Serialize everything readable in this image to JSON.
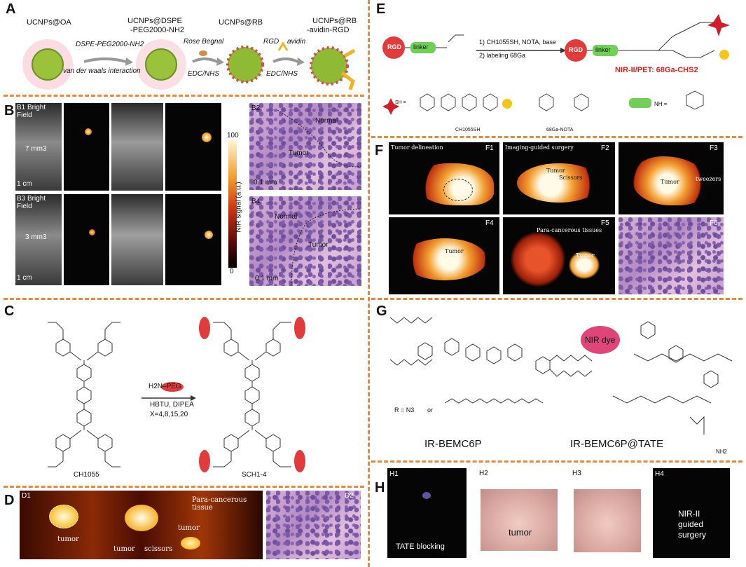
{
  "panels": {
    "A": {
      "label": "A",
      "stage1": "UCNPs@OA",
      "stage2_l1": "UCNPs@DSPE",
      "stage2_l2": "-PEG2000-NH2",
      "stage3": "UCNPs@RB",
      "stage4_l1": "UCNPs@RB",
      "stage4_l2": "-avidin-RGD",
      "arrow1_top": "DSPE-PEG2000-NH2",
      "arrow1_bottom": "van der waals interaction",
      "arrow2_top": "Rose Begnal",
      "arrow2_bottom": "EDC/NHS",
      "arrow3_top_a": "RGD",
      "arrow3_top_b": "avidin",
      "arrow3_bottom": "EDC/NHS"
    },
    "B": {
      "label": "B",
      "b1": "B1",
      "b1_field": "Bright Field",
      "b1_size": "7 mm3",
      "b3": "B3",
      "b3_field": "Bright Field",
      "b3_size": "3 mm3",
      "scale_cm": "1 cm",
      "scale_cm_2": "1 cm",
      "colorbar_max": "100",
      "colorbar_min": "0",
      "colorbar_label": "NIR signal (a.u.)",
      "b2": "B2",
      "b2_normal": "Normal",
      "b2_tumor": "Tumor",
      "b2_scale": "0.1 mm",
      "b4": "B4",
      "b4_normal": "Normal",
      "b4_tumor": "Tumor",
      "b4_scale": "0.1 mm"
    },
    "C": {
      "label": "C",
      "reagent_top": "H2N–PEG",
      "reagent_mid": "HBTU, DIPEA",
      "reagent_bottom": "X=4,8,15,20",
      "left_name": "CH1055",
      "right_name": "SCH1-4",
      "peg": "PEG"
    },
    "D": {
      "label": "D",
      "d1": "D1",
      "d2": "D2",
      "tumor1": "tumor",
      "tumor2": "tumor",
      "scissors": "scissors",
      "tumor3": "tumor",
      "para": "Para-cancerous tissue"
    },
    "E": {
      "label": "E",
      "rgd": "RGD",
      "linker": "linker",
      "step1": "1) CH1055SH, NOTA, base",
      "step2": "2) labeling 68Ga",
      "product": "NIR-II/PET: 68Ga-CHS2",
      "ch_name": "CH1055SH",
      "nota_name": "68Ga-NOTA",
      "nh_label": "NH =",
      "sh_label": "SH ="
    },
    "F": {
      "label": "F",
      "f1": "F1",
      "f1_title": "Tumor delineation",
      "f2": "F2",
      "f2_title": "Imaging-guided surgery",
      "f2_tumor": "Tumor",
      "f2_scissors": "Scissors",
      "f3": "F3",
      "f3_tumor": "Tumor",
      "f3_tweezers": "tweezers",
      "f4": "F4",
      "f4_tumor": "Tumor",
      "f5": "F5",
      "f5_para": "Para-cancerous tissues",
      "f5_tumor": "Tumor",
      "f6": "F6"
    },
    "G": {
      "label": "G",
      "r_def": "R = N3",
      "or": "or",
      "left_name": "IR-BEMC6P",
      "right_name": "IR-BEMC6P@TATE",
      "dye": "NIR dye",
      "nh2": "NH2"
    },
    "H": {
      "label": "H",
      "h1": "H1",
      "h1_text": "TATE blocking",
      "h2": "H2",
      "h2_text": "tumor",
      "h3": "H3",
      "h4": "H4",
      "h4_l1": "NIR-II",
      "h4_l2": "guided",
      "h4_l3": "surgery"
    }
  },
  "colors": {
    "divider": "#e8893a",
    "nir_dye": "#e0457a",
    "peg_red": "#e23b3b",
    "linker_green": "#6fcf57",
    "product_red": "#e02020"
  }
}
